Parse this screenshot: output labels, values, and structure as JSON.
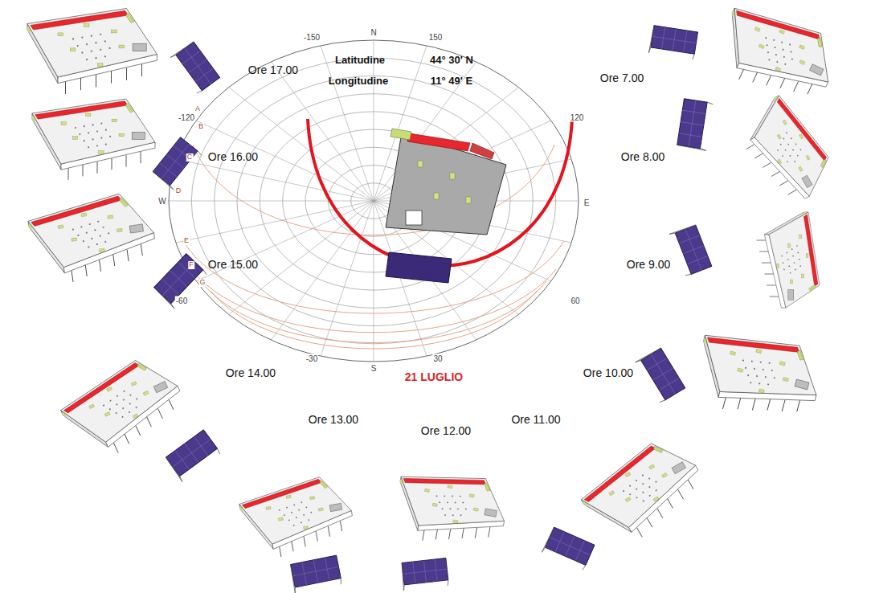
{
  "diagram": {
    "labels": [
      "Ore 17.00",
      "Ore 16.00",
      "Ore 15.00",
      "Ore 14.00",
      "Ore 13.00",
      "Ore 12.00",
      "Ore 11.00",
      "Ore 10.00",
      "Ore 9.00",
      "Ore 8.00",
      "Ore 7.00",
      "Latitudine",
      "44° 30' N",
      "Longitudine",
      "11° 49' E",
      "21 LUGLIO",
      "N",
      "S",
      "E",
      "W",
      "-150",
      "150",
      "-120",
      "120",
      "-60",
      "60",
      "-30",
      "30",
      "A",
      "B",
      "C",
      "D",
      "E",
      "F",
      "G"
    ]
  }
}
